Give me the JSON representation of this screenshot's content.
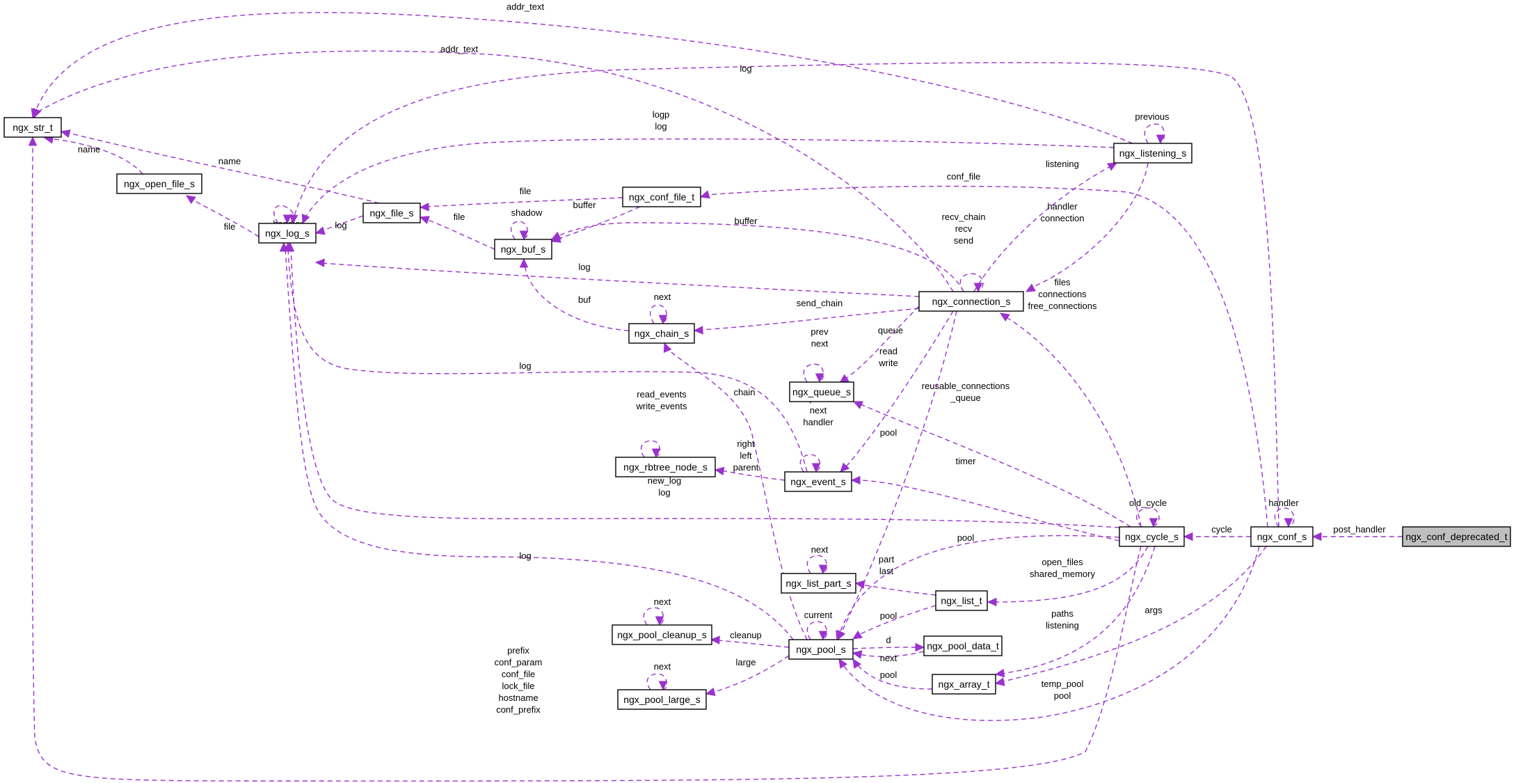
{
  "diagram": {
    "nodes": {
      "ngx_str_t": "ngx_str_t",
      "ngx_open_file_s": "ngx_open_file_s",
      "ngx_log_s": "ngx_log_s",
      "ngx_file_s": "ngx_file_s",
      "ngx_buf_s": "ngx_buf_s",
      "ngx_conf_file_t": "ngx_conf_file_t",
      "ngx_chain_s": "ngx_chain_s",
      "ngx_connection_s": "ngx_connection_s",
      "ngx_listening_s": "ngx_listening_s",
      "ngx_queue_s": "ngx_queue_s",
      "ngx_rbtree_node_s": "ngx_rbtree_node_s",
      "ngx_event_s": "ngx_event_s",
      "ngx_list_part_s": "ngx_list_part_s",
      "ngx_list_t": "ngx_list_t",
      "ngx_pool_cleanup_s": "ngx_pool_cleanup_s",
      "ngx_pool_s": "ngx_pool_s",
      "ngx_pool_data_t": "ngx_pool_data_t",
      "ngx_pool_large_s": "ngx_pool_large_s",
      "ngx_array_t": "ngx_array_t",
      "ngx_cycle_s": "ngx_cycle_s",
      "ngx_conf_s": "ngx_conf_s",
      "ngx_conf_deprecated_t": "ngx_conf_deprecated_t"
    },
    "focus_node": "ngx_conf_deprecated_t",
    "edge_color": "#9a32cd",
    "edges": [
      {
        "from": "ngx_listening_s",
        "to": "ngx_str_t",
        "label": [
          "addr_text"
        ]
      },
      {
        "from": "ngx_connection_s",
        "to": "ngx_str_t",
        "label": [
          "addr_text"
        ]
      },
      {
        "from": "ngx_open_file_s",
        "to": "ngx_str_t",
        "label": [
          "name"
        ]
      },
      {
        "from": "ngx_file_s",
        "to": "ngx_str_t",
        "label": [
          "name"
        ]
      },
      {
        "from": "ngx_cycle_s",
        "to": "ngx_str_t",
        "label": [
          "prefix",
          "conf_param",
          "conf_file",
          "lock_file",
          "hostname",
          "conf_prefix"
        ]
      },
      {
        "from": "ngx_log_s",
        "to": "ngx_open_file_s",
        "label": [
          "file"
        ]
      },
      {
        "from": "ngx_log_s",
        "to": "ngx_log_s",
        "label": [
          "handler"
        ]
      },
      {
        "from": "ngx_file_s",
        "to": "ngx_log_s",
        "label": [
          "log"
        ]
      },
      {
        "from": "ngx_conf_s",
        "to": "ngx_log_s",
        "label": [
          "log"
        ]
      },
      {
        "from": "ngx_listening_s",
        "to": "ngx_log_s",
        "label": [
          "logp",
          "log"
        ]
      },
      {
        "from": "ngx_connection_s",
        "to": "ngx_log_s",
        "label": [
          "log"
        ]
      },
      {
        "from": "ngx_event_s",
        "to": "ngx_log_s",
        "label": [
          "log"
        ]
      },
      {
        "from": "ngx_cycle_s",
        "to": "ngx_log_s",
        "label": [
          "new_log",
          "log"
        ]
      },
      {
        "from": "ngx_pool_s",
        "to": "ngx_log_s",
        "label": [
          "log"
        ]
      },
      {
        "from": "ngx_buf_s",
        "to": "ngx_file_s",
        "label": [
          "file"
        ]
      },
      {
        "from": "ngx_conf_file_t",
        "to": "ngx_file_s",
        "label": [
          "file"
        ]
      },
      {
        "from": "ngx_buf_s",
        "to": "ngx_buf_s",
        "label": [
          "shadow"
        ]
      },
      {
        "from": "ngx_conf_file_t",
        "to": "ngx_buf_s",
        "label": [
          "buffer"
        ]
      },
      {
        "from": "ngx_connection_s",
        "to": "ngx_buf_s",
        "label": [
          "buffer"
        ]
      },
      {
        "from": "ngx_chain_s",
        "to": "ngx_buf_s",
        "label": [
          "buf"
        ]
      },
      {
        "from": "ngx_conf_s",
        "to": "ngx_conf_file_t",
        "label": [
          "conf_file"
        ]
      },
      {
        "from": "ngx_chain_s",
        "to": "ngx_chain_s",
        "label": [
          "next"
        ]
      },
      {
        "from": "ngx_connection_s",
        "to": "ngx_chain_s",
        "label": [
          "send_chain"
        ]
      },
      {
        "from": "ngx_pool_s",
        "to": "ngx_chain_s",
        "label": [
          "chain"
        ]
      },
      {
        "from": "ngx_listening_s",
        "to": "ngx_listening_s",
        "label": [
          "previous"
        ]
      },
      {
        "from": "ngx_connection_s",
        "to": "ngx_listening_s",
        "label": [
          "listening"
        ]
      },
      {
        "from": "ngx_listening_s",
        "to": "ngx_connection_s",
        "label": [
          "handler",
          "connection"
        ]
      },
      {
        "from": "ngx_connection_s",
        "to": "ngx_connection_s",
        "label": [
          "recv_chain",
          "recv",
          "send"
        ]
      },
      {
        "from": "ngx_cycle_s",
        "to": "ngx_connection_s",
        "label": [
          "files",
          "connections",
          "free_connections"
        ]
      },
      {
        "from": "ngx_connection_s",
        "to": "ngx_queue_s",
        "label": [
          "queue"
        ]
      },
      {
        "from": "ngx_queue_s",
        "to": "ngx_queue_s",
        "label": [
          "prev",
          "next"
        ]
      },
      {
        "from": "ngx_cycle_s",
        "to": "ngx_queue_s",
        "label": [
          "reusable_connections",
          "_queue"
        ]
      },
      {
        "from": "ngx_connection_s",
        "to": "ngx_event_s",
        "label": [
          "read",
          "write"
        ]
      },
      {
        "from": "ngx_event_s",
        "to": "ngx_event_s",
        "label": [
          "prev",
          "next",
          "handler"
        ]
      },
      {
        "from": "ngx_cycle_s",
        "to": "ngx_event_s",
        "label": [
          "read_events",
          "write_events"
        ]
      },
      {
        "from": "ngx_rbtree_node_s",
        "to": "ngx_rbtree_node_s",
        "label": [
          "right",
          "left",
          "parent"
        ]
      },
      {
        "from": "ngx_event_s",
        "to": "ngx_rbtree_node_s",
        "label": [
          "timer"
        ]
      },
      {
        "from": "ngx_cycle_s",
        "to": "ngx_cycle_s",
        "label": [
          "old_cycle"
        ]
      },
      {
        "from": "ngx_conf_s",
        "to": "ngx_cycle_s",
        "label": [
          "cycle"
        ]
      },
      {
        "from": "ngx_conf_s",
        "to": "ngx_conf_s",
        "label": [
          "handler"
        ]
      },
      {
        "from": "ngx_conf_deprecated_t",
        "to": "ngx_conf_s",
        "label": [
          "post_handler"
        ]
      },
      {
        "from": "ngx_list_part_s",
        "to": "ngx_list_part_s",
        "label": [
          "next"
        ]
      },
      {
        "from": "ngx_list_t",
        "to": "ngx_list_part_s",
        "label": [
          "part",
          "last"
        ]
      },
      {
        "from": "ngx_cycle_s",
        "to": "ngx_list_t",
        "label": [
          "open_files",
          "shared_memory"
        ]
      },
      {
        "from": "ngx_pool_cleanup_s",
        "to": "ngx_pool_cleanup_s",
        "label": [
          "next"
        ]
      },
      {
        "from": "ngx_pool_s",
        "to": "ngx_pool_cleanup_s",
        "label": [
          "cleanup"
        ]
      },
      {
        "from": "ngx_pool_s",
        "to": "ngx_pool_s",
        "label": [
          "current"
        ]
      },
      {
        "from": "ngx_connection_s",
        "to": "ngx_pool_s",
        "label": [
          "pool"
        ]
      },
      {
        "from": "ngx_cycle_s",
        "to": "ngx_pool_s",
        "label": [
          "pool"
        ]
      },
      {
        "from": "ngx_list_t",
        "to": "ngx_pool_s",
        "label": [
          "pool"
        ]
      },
      {
        "from": "ngx_pool_data_t",
        "to": "ngx_pool_s",
        "label": [
          "next"
        ]
      },
      {
        "from": "ngx_array_t",
        "to": "ngx_pool_s",
        "label": [
          "pool"
        ]
      },
      {
        "from": "ngx_conf_s",
        "to": "ngx_pool_s",
        "label": [
          "temp_pool",
          "pool"
        ]
      },
      {
        "from": "ngx_pool_s",
        "to": "ngx_pool_data_t",
        "label": [
          "d"
        ]
      },
      {
        "from": "ngx_pool_large_s",
        "to": "ngx_pool_large_s",
        "label": [
          "next"
        ]
      },
      {
        "from": "ngx_pool_s",
        "to": "ngx_pool_large_s",
        "label": [
          "large"
        ]
      },
      {
        "from": "ngx_cycle_s",
        "to": "ngx_array_t",
        "label": [
          "paths",
          "listening"
        ]
      },
      {
        "from": "ngx_conf_s",
        "to": "ngx_array_t",
        "label": [
          "args"
        ]
      }
    ]
  }
}
